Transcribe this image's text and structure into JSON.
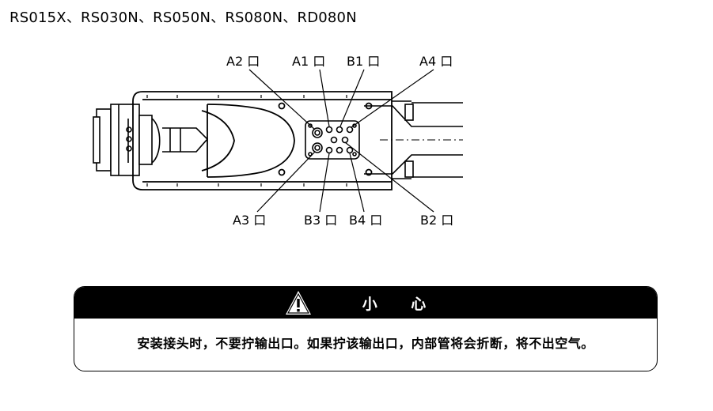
{
  "models": "RS015X、RS030N、RS050N、RS080N、RD080N",
  "ports": {
    "a2": "A2 口",
    "a1": "A1 口",
    "b1": "B1 口",
    "a4": "A4 口",
    "a3": "A3 口",
    "b3": "B3 口",
    "b4": "B4 口",
    "b2": "B2 口"
  },
  "caution": {
    "title": "小 心",
    "icon": "warning-triangle-icon",
    "text": "安装接头时，不要拧输出口。如果拧该输出口，内部管将会折断，将不出空气。"
  }
}
